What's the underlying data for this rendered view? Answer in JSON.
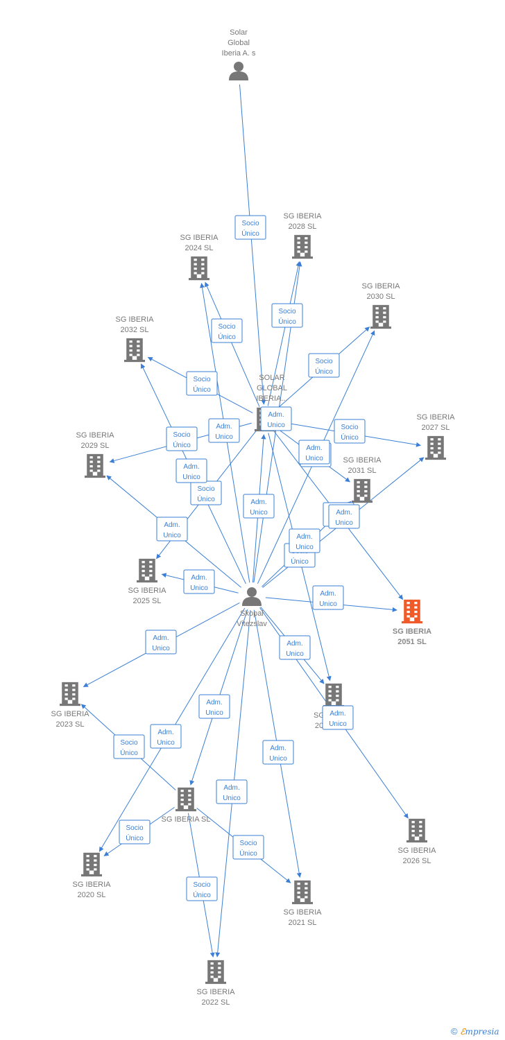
{
  "colors": {
    "edge": "#3a7fd5",
    "node": "#777777",
    "focus": "#f05a28"
  },
  "nodes": [
    {
      "id": "solar_as",
      "type": "person",
      "label_lines": [
        "Solar",
        "Global",
        "Iberia A. s"
      ]
    },
    {
      "id": "sg2028",
      "type": "company",
      "label_lines": [
        "SG IBERIA",
        "2028  SL"
      ]
    },
    {
      "id": "sg2024",
      "type": "company",
      "label_lines": [
        "SG IBERIA",
        "2024  SL"
      ]
    },
    {
      "id": "sg2030",
      "type": "company",
      "label_lines": [
        "SG IBERIA",
        "2030  SL"
      ]
    },
    {
      "id": "sg2032",
      "type": "company",
      "label_lines": [
        "SG IBERIA",
        "2032  SL"
      ]
    },
    {
      "id": "solar_gi",
      "type": "company",
      "label_lines": [
        "SOLAR",
        "GLOBAL",
        "IBERIA..."
      ]
    },
    {
      "id": "sg2027",
      "type": "company",
      "label_lines": [
        "SG IBERIA",
        "2027  SL"
      ]
    },
    {
      "id": "sg2029",
      "type": "company",
      "label_lines": [
        "SG IBERIA",
        "2029  SL"
      ]
    },
    {
      "id": "sg2031",
      "type": "company",
      "label_lines": [
        "SG IBERIA",
        "2031  SL"
      ]
    },
    {
      "id": "sg2025",
      "type": "company",
      "label_lines": [
        "SG IBERIA",
        "2025  SL"
      ]
    },
    {
      "id": "skopal",
      "type": "person",
      "label_lines": [
        "Skopal",
        "Vitezslav"
      ]
    },
    {
      "id": "sg2051",
      "type": "company",
      "focus": true,
      "label_lines": [
        "SG IBERIA",
        "2051  SL"
      ]
    },
    {
      "id": "sg2023",
      "type": "company",
      "label_lines": [
        "SG IBERIA",
        "2023  SL"
      ]
    },
    {
      "id": "sg20xx",
      "type": "company",
      "label_lines": [
        "SG",
        "20"
      ]
    },
    {
      "id": "sgiberia",
      "type": "company",
      "label_lines": [
        "SG IBERIA  SL"
      ]
    },
    {
      "id": "sg2026",
      "type": "company",
      "label_lines": [
        "SG IBERIA",
        "2026  SL"
      ]
    },
    {
      "id": "sg2020",
      "type": "company",
      "label_lines": [
        "SG IBERIA",
        "2020  SL"
      ]
    },
    {
      "id": "sg2021",
      "type": "company",
      "label_lines": [
        "SG IBERIA",
        "2021  SL"
      ]
    },
    {
      "id": "sg2022",
      "type": "company",
      "label_lines": [
        "SG IBERIA",
        "2022  SL"
      ]
    }
  ],
  "edges": [
    {
      "from": "solar_as",
      "to": "solar_gi",
      "label": [
        "Socio",
        "Único"
      ]
    },
    {
      "from": "solar_gi",
      "to": "sg2028",
      "label": [
        "Socio",
        "Único"
      ]
    },
    {
      "from": "solar_gi",
      "to": "sg2024",
      "label": [
        "Socio",
        "Único"
      ]
    },
    {
      "from": "solar_gi",
      "to": "sg2030",
      "label": [
        "Socio",
        "Único"
      ]
    },
    {
      "from": "solar_gi",
      "to": "sg2032",
      "label": [
        "Socio",
        "Único"
      ]
    },
    {
      "from": "solar_gi",
      "to": "sg2027",
      "label": [
        "Socio",
        "Único"
      ]
    },
    {
      "from": "solar_gi",
      "to": "sg2029",
      "label": [
        "Socio",
        "Único"
      ]
    },
    {
      "from": "solar_gi",
      "to": "sg2031",
      "label": [
        "Socio",
        "Único"
      ]
    },
    {
      "from": "solar_gi",
      "to": "sg2025",
      "label": [
        "Socio",
        "Único"
      ]
    },
    {
      "from": "solar_gi",
      "to": "sg2051",
      "label": [
        "Socio",
        "Único"
      ]
    },
    {
      "from": "solar_gi",
      "to": "sg20xx",
      "label": [
        "Socio",
        "Único"
      ]
    },
    {
      "from": "skopal",
      "to": "solar_gi",
      "label": [
        "Adm.",
        "Unico"
      ]
    },
    {
      "from": "skopal",
      "to": "sg2024",
      "label": [
        "Adm.",
        "Unico"
      ]
    },
    {
      "from": "skopal",
      "to": "sg2028",
      "label": [
        "Adm.",
        "Unico"
      ]
    },
    {
      "from": "skopal",
      "to": "sg2030",
      "label": [
        "Adm.",
        "Unico"
      ]
    },
    {
      "from": "skopal",
      "to": "sg2032",
      "label": [
        "Adm.",
        "Unico"
      ]
    },
    {
      "from": "skopal",
      "to": "sg2029",
      "label": [
        "Adm.",
        "Unico"
      ]
    },
    {
      "from": "skopal",
      "to": "sg2027",
      "label": [
        "Adm.",
        "Unico"
      ]
    },
    {
      "from": "skopal",
      "to": "sg2031",
      "label": [
        "Adm.",
        "Unico"
      ]
    },
    {
      "from": "skopal",
      "to": "sg2025",
      "label": [
        "Adm.",
        "Unico"
      ]
    },
    {
      "from": "skopal",
      "to": "sg2051",
      "label": [
        "Adm.",
        "Unico"
      ]
    },
    {
      "from": "skopal",
      "to": "sg2023",
      "label": [
        "Adm.",
        "Unico"
      ]
    },
    {
      "from": "skopal",
      "to": "sg20xx",
      "label": [
        "Adm.",
        "Unico"
      ]
    },
    {
      "from": "skopal",
      "to": "sgiberia",
      "label": [
        "Adm.",
        "Unico"
      ]
    },
    {
      "from": "skopal",
      "to": "sg2026",
      "label": [
        "Adm.",
        "Unico"
      ]
    },
    {
      "from": "skopal",
      "to": "sg2020",
      "label": [
        "Adm.",
        "Unico"
      ]
    },
    {
      "from": "skopal",
      "to": "sg2021",
      "label": [
        "Adm.",
        "Unico"
      ]
    },
    {
      "from": "skopal",
      "to": "sg2022",
      "label": [
        "Adm.",
        "Unico"
      ]
    },
    {
      "from": "sgiberia",
      "to": "sg2023",
      "label": [
        "Socio",
        "Único"
      ]
    },
    {
      "from": "sgiberia",
      "to": "sg2020",
      "label": [
        "Socio",
        "Único"
      ]
    },
    {
      "from": "sgiberia",
      "to": "sg2021",
      "label": [
        "Socio",
        "Único"
      ]
    },
    {
      "from": "sgiberia",
      "to": "sg2022",
      "label": [
        "Socio",
        "Único"
      ]
    }
  ],
  "footer": {
    "copyright": "©",
    "brand_e": "ℰ",
    "brand_rest": "mpresia"
  }
}
